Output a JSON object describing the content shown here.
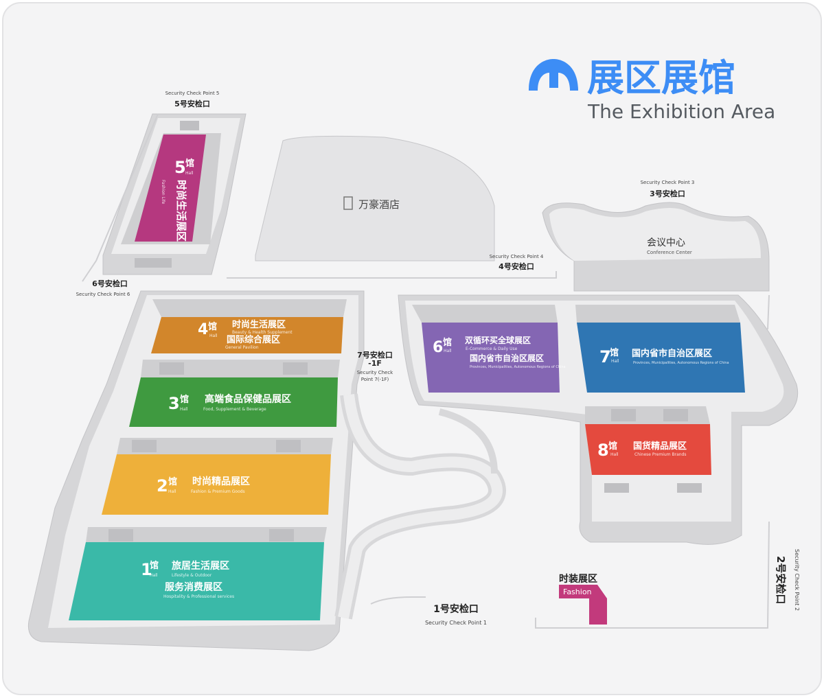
{
  "header": {
    "title_cn": "展区展馆",
    "title_en": "The Exhibition Area",
    "brand_color": "#3d8df5"
  },
  "halls": {
    "h1": {
      "num": "1",
      "suffix": "馆",
      "hall": "Hall",
      "cn1": "旅居生活展区",
      "en1": "Lifestyle & Outdoor",
      "cn2": "服务消费展区",
      "en2": "Hospitality & Professional services",
      "color": "#3ab9a8"
    },
    "h2": {
      "num": "2",
      "suffix": "馆",
      "hall": "Hall",
      "cn1": "时尚精品展区",
      "en1": "Fashion & Premium Goods",
      "color": "#eeb03a"
    },
    "h3": {
      "num": "3",
      "suffix": "馆",
      "hall": "Hall",
      "cn1": "高端食品保健品展区",
      "en1": "Food, Supplement & Beverage",
      "color": "#3f9a40"
    },
    "h4": {
      "num": "4",
      "suffix": "馆",
      "hall": "Hall",
      "cn1": "时尚生活展区",
      "en1": "Beauty & Health Supplement",
      "cn2": "国际综合展区",
      "en2": "General Pavilion",
      "color": "#d2862b"
    },
    "h5": {
      "num": "5",
      "suffix": "馆",
      "hall": "Hall",
      "cn1": "时尚生活展区",
      "en1": "Fashion Life",
      "color": "#b5387f"
    },
    "h6": {
      "num": "6",
      "suffix": "馆",
      "hall": "Hall",
      "cn1": "双循环买全球展区",
      "en1": "E-Commerce & Daily Use",
      "cn2": "国内省市自治区展区",
      "en2": "Provinces, Municipalities, Autonomous Regions of China",
      "color": "#8466b3"
    },
    "h7": {
      "num": "7",
      "suffix": "馆",
      "hall": "Hall",
      "cn1": "国内省市自治区展区",
      "en1": "Provinces, Municipalities, Autonomous Regions of China",
      "color": "#2f76b3"
    },
    "h8": {
      "num": "8",
      "suffix": "馆",
      "hall": "Hall",
      "cn1": "国货精品展区",
      "en1": "Chinese Premium Brands",
      "color": "#e44a3e"
    }
  },
  "buildings": {
    "hotel": "万豪酒店",
    "conference_cn": "会议中心",
    "conference_en": "Conference Center",
    "fashion_cn": "时装展区",
    "fashion_en": "Fashion",
    "fashion_color": "#c23a7c"
  },
  "checkpoints": {
    "cp1": {
      "cn": "1号安检口",
      "en": "Security Check Point 1"
    },
    "cp2": {
      "cn": "2号安检口",
      "en": "Security Check Point 2"
    },
    "cp3": {
      "cn": "3号安检口",
      "en": "Security Check Point 3"
    },
    "cp4": {
      "cn": "4号安检口",
      "en": "Security Check Point 4"
    },
    "cp5": {
      "cn": "5号安检口",
      "en": "Security Check Point 5"
    },
    "cp6": {
      "cn": "6号安检口",
      "en": "Security Check Point 6"
    },
    "cp7": {
      "cn": "7号安检口",
      "cn2": "-1F",
      "en": "Security Check",
      "en2": "Point 7(-1F)"
    }
  }
}
